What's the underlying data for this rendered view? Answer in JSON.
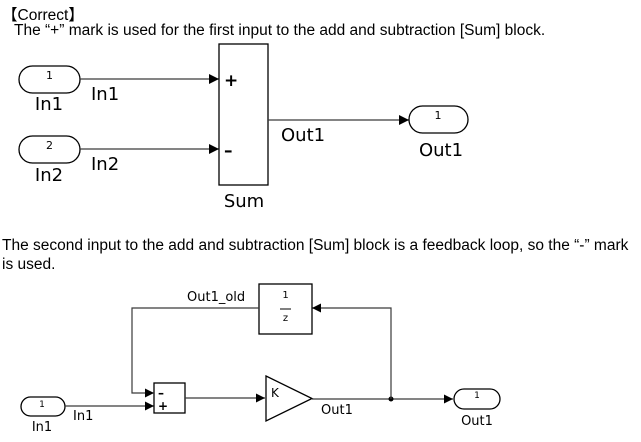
{
  "heading": "【Correct】",
  "captions": {
    "first": "The “+” mark is used for the first input to the add and subtraction [Sum] block.",
    "second": "The second input to the add and subtraction [Sum] block is a feedback loop, so the “-” mark is used."
  },
  "diagram1": {
    "inports": [
      {
        "number": "1",
        "name": "In1",
        "signal": "In1"
      },
      {
        "number": "2",
        "name": "In2",
        "signal": "In2"
      }
    ],
    "sum": {
      "name": "Sum",
      "signs": [
        "+",
        "–"
      ]
    },
    "outport": {
      "number": "1",
      "name": "Out1",
      "signal": "Out1"
    }
  },
  "diagram2": {
    "inport": {
      "number": "1",
      "name": "In1",
      "signal": "In1"
    },
    "delay": {
      "numerator": "1",
      "denominator": "z",
      "output_signal": "Out1_old"
    },
    "sum": {
      "signs": [
        "–",
        "+"
      ]
    },
    "gain": {
      "label": "K",
      "output_signal": "Out1"
    },
    "outport": {
      "number": "1",
      "name": "Out1"
    }
  }
}
